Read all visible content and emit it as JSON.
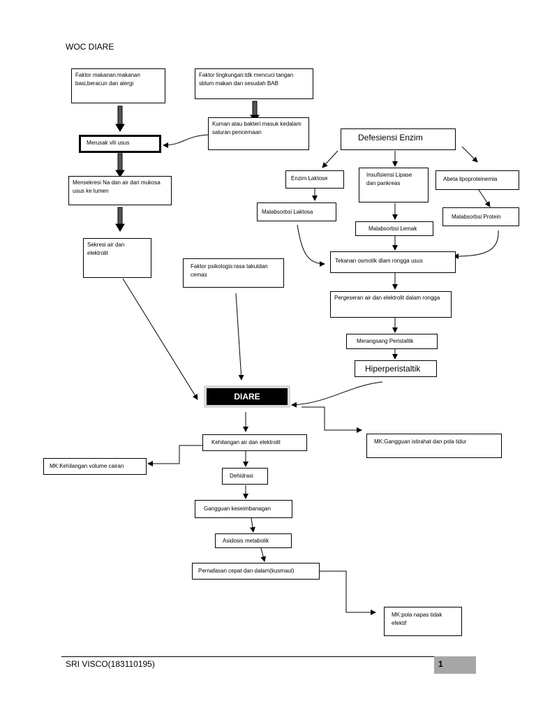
{
  "title": "WOC DIARE",
  "nodes": {
    "faktor_makanan": "Faktor makanan:makanan basi,beracun dan alergi",
    "faktor_lingkungan": "Faktor lingkungan:tdk mencuci tangan sblum makan dan sesudah BAB",
    "kuman": "Kuman atau bakteri masuk kedalam saluran pencernaan",
    "merusak_vili": "Merusak vili usus",
    "mensekresi": "Mensekresi Na dan air dari mukosa usus ke lumen",
    "sekresi_air": "Sekresi air dan elektrolit",
    "defesiensi_enzim": "Defesiensi Enzim",
    "enzim_laktose": "Enzim Laktose",
    "insufisiensi_lipase": "Insufisiensi Lipase dan pankreas",
    "abeta": "Abeta lipoproteinemia",
    "malabsorbsi_laktosa": "Malabsorbsi Laktosa",
    "malabsorbsi_lemak": "Malabsorbsi Lemak",
    "malabsorbsi_protein": "Malabsorbsi Protein",
    "tekanan_osmotik": "Tekanan osmotik dlam rongga usus",
    "faktor_psikologis": "Faktor psikologis:rasa takutdan cemas",
    "pergeseran": "Pergeseran air dan elektrolit dalam rongga",
    "merangsang": "Merangsang Peristaltik",
    "hiperperistaltik": "Hiperperistaltik",
    "diare": "DIARE",
    "mk_istirahat": "MK:Gangguan istirahat dan pola tidur",
    "kehilangan": "Kehilangan air dan elektrolit",
    "mk_volume": "MK:Kehilangan volume cairan",
    "dehidrasi": "Dehidrasi",
    "gangguan": "Gangguan keseimbanagan",
    "asidosis": "Asidosis metabolik",
    "pernafasan": "Pernafasan cepat dan dalam(kusmaul)",
    "mk_napas": "MK:pola napas tidak efektif"
  },
  "footer": {
    "author": "SRI VISCO(183110195)",
    "page": "1"
  }
}
